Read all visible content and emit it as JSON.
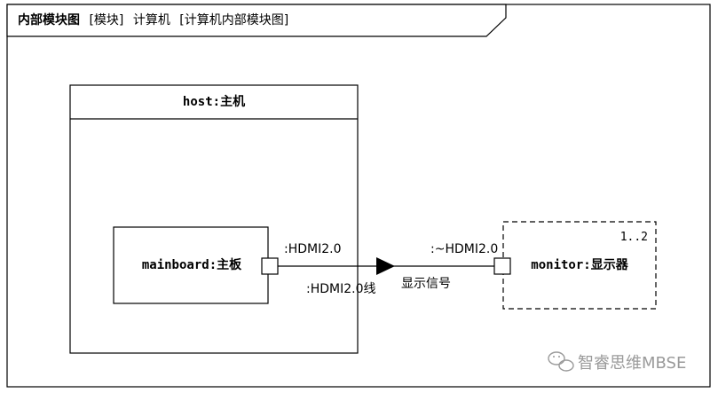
{
  "frame": {
    "kind": "内部模块图",
    "stereotype_bracket_1": "[模块]",
    "block_name": "计算机",
    "stereotype_bracket_2": "[计算机内部模块图]"
  },
  "blocks": {
    "host": {
      "label": "host:主机"
    },
    "mainboard": {
      "label": "mainboard:主板",
      "port_label": ":HDMI2.0"
    },
    "monitor": {
      "label": "monitor:显示器",
      "multiplicity": "1..2",
      "port_label": ":~HDMI2.0"
    }
  },
  "connector": {
    "label": ":HDMI2.0线",
    "item_flow": "显示信号"
  },
  "watermark": {
    "text": "智睿思维MBSE",
    "icon": "wechat-icon"
  },
  "colors": {
    "line": "#000000",
    "watermark": "#9a9a9a",
    "background": "#ffffff"
  }
}
